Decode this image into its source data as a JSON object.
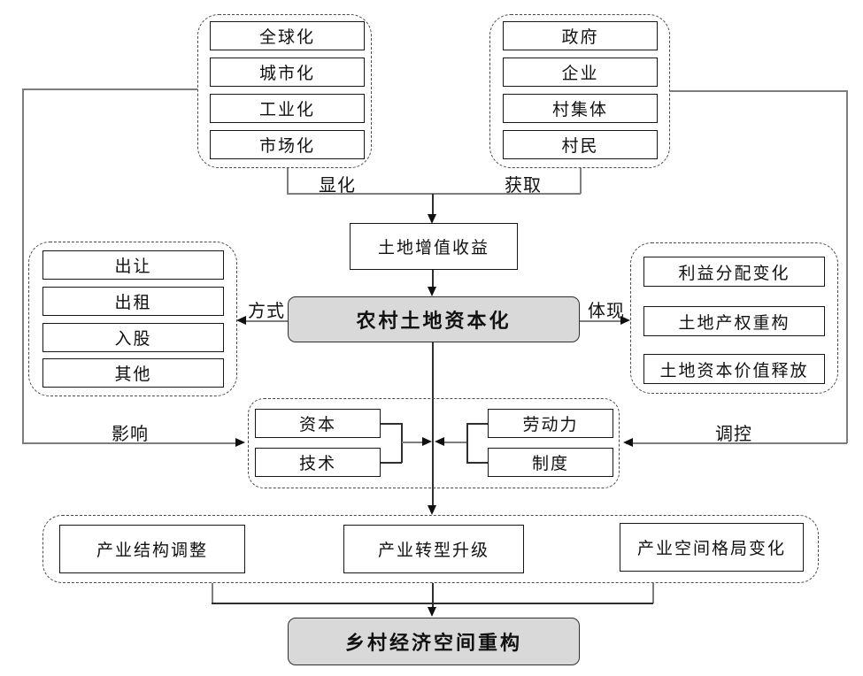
{
  "groups": {
    "drivers": {
      "items": [
        "全球化",
        "城市化",
        "工业化",
        "市场化"
      ]
    },
    "actors": {
      "items": [
        "政府",
        "企业",
        "村集体",
        "村民"
      ]
    },
    "modes": {
      "items": [
        "出让",
        "出租",
        "入股",
        "其他"
      ]
    },
    "embodiments": {
      "items": [
        "利益分配变化",
        "土地产权重构",
        "土地资本价值释放"
      ]
    },
    "factors_left": {
      "items": [
        "资本",
        "技术"
      ]
    },
    "factors_right": {
      "items": [
        "劳动力",
        "制度"
      ]
    },
    "industry": {
      "items": [
        "产业结构调整",
        "产业转型升级",
        "产业空间格局变化"
      ]
    }
  },
  "nodes": {
    "land_value_income": "土地增值收益",
    "rural_land_capitalization": "农村土地资本化",
    "rural_economic_space_restructuring": "乡村经济空间重构"
  },
  "edge_labels": {
    "manifestation": "显化",
    "acquisition": "获取",
    "mode": "方式",
    "embodiment": "体现",
    "influence": "影响",
    "regulation": "调控"
  },
  "colors": {
    "highlight_fill": "#d9d9d9",
    "box_border": "#161616",
    "connector_gray": "#7d7d7d",
    "connector_dark": "#2f2f2f"
  }
}
